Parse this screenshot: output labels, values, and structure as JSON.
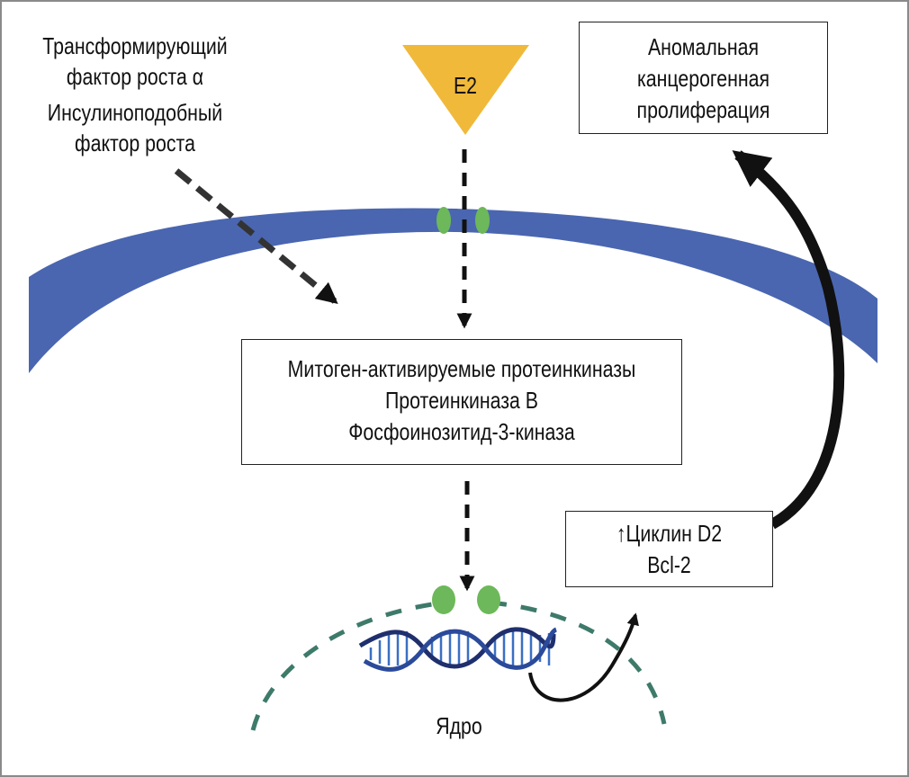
{
  "colors": {
    "membrane": "#4a66b0",
    "estrogen": "#f0b93a",
    "receptor": "#6db85a",
    "nuclear_envelope": "#3e7a6a",
    "dna_dark": "#1f2f6e",
    "dna_light": "#3a6fc4",
    "arrow": "#111111",
    "frame": "#8a8a8a"
  },
  "growth_factors": {
    "line1": "Трансформирующий",
    "line2": "фактор роста α",
    "line3": "Инсулиноподобный",
    "line4": "фактор роста"
  },
  "ligand": {
    "label": "E2",
    "icon": "triangle-down-icon"
  },
  "outcome_box": {
    "line1": "Аномальная",
    "line2": "канцерогенная",
    "line3": "пролиферация"
  },
  "kinase_box": {
    "line1": "Митоген-активируемые протеинкиназы",
    "line2": "Протеинкиназа В",
    "line3": "Фосфоинозитид-3-киназа"
  },
  "gene_box": {
    "line1": "↑Циклин D2",
    "line2": "Bcl-2"
  },
  "nucleus": {
    "label": "Ядро",
    "icon": "dna-helix-icon"
  }
}
